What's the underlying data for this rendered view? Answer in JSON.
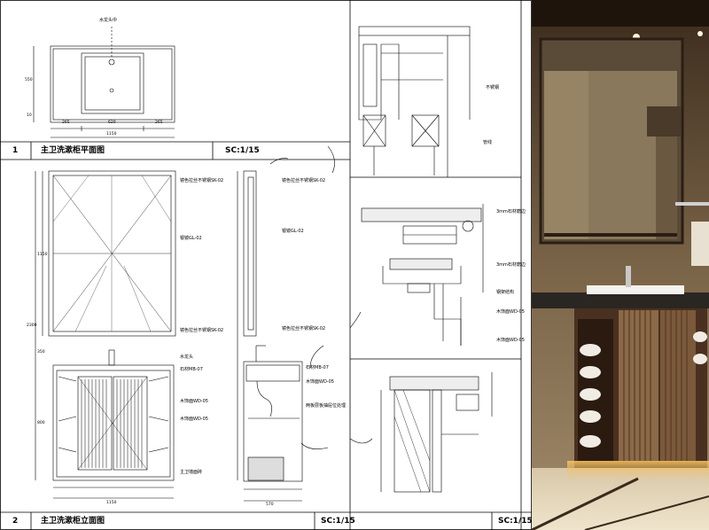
{
  "plan": {
    "top_label": "水龙头中",
    "dims_bottom": [
      "265",
      "620",
      "265"
    ],
    "dim_total": "1150",
    "dim_left": "550",
    "dim_left_small": "10"
  },
  "title_block_1": {
    "num": "1",
    "title": "主卫洗漱柜平面图",
    "scale": "SC:1/15"
  },
  "title_block_2": {
    "num": "2",
    "title": "主卫洗漱柜立面图",
    "scale": "SC:1/15",
    "scale_right": "SC:1/15"
  },
  "elevation_notes": {
    "mirror_top": "镜色拉丝不锈钢SK-02",
    "mirror": "银镜GL-02",
    "mirror_bottom": "镜色拉丝不锈钢SK-02",
    "faucet": "水龙头",
    "stone": "石材MB-07",
    "wood1": "木饰面WD-05",
    "wood2": "木饰面WD-05",
    "legs": "主卫墙面砖"
  },
  "side_notes": {
    "top": "镜色拉丝不锈钢SK-02",
    "mirror": "银镜GL-02",
    "bottom": "镜色拉丝不锈钢SK-02",
    "stone": "石材MB-07",
    "wood": "木饰面WD-05",
    "drawer": "两板层板抽屉位处理"
  },
  "detail_notes": {
    "steel": "不锈钢",
    "pipe": "管线",
    "stone_top": "3mm石材磨边",
    "stone_bottom": "3mm石材磨边",
    "frame": "钢架结构",
    "wood1": "木饰面WD-05",
    "wood2": "木饰面WD-05"
  },
  "elev_dims": {
    "height_total": "2300",
    "mirror_h": "1150",
    "gap": "350",
    "cab_h": "800",
    "width": "1150",
    "side_w": "570"
  },
  "photo": {
    "alt": "bathroom vanity rendering"
  }
}
